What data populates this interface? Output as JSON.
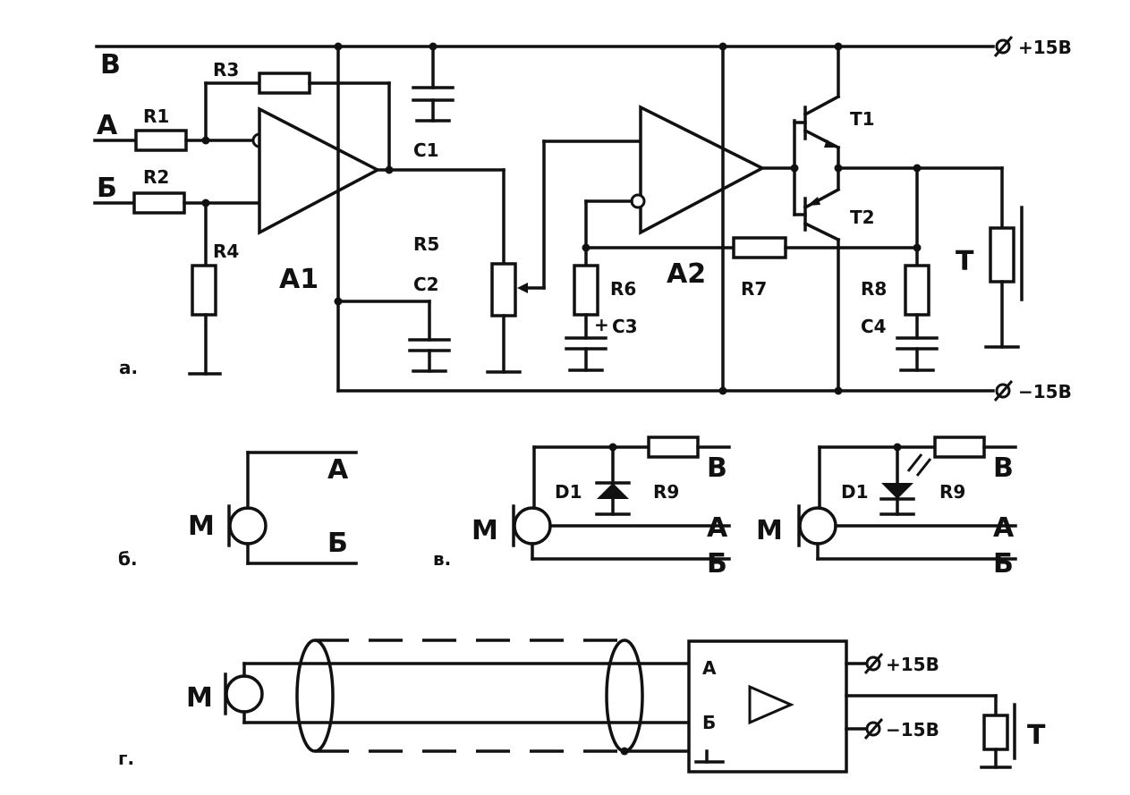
{
  "schematic_a": {
    "tag": "а.",
    "inputs": {
      "a": "А",
      "b": "Б",
      "v": "В"
    },
    "supply_pos": "+15В",
    "supply_neg": "−15В",
    "resistors": [
      "R1",
      "R2",
      "R3",
      "R4",
      "R5",
      "R6",
      "R7",
      "R8"
    ],
    "capacitors": [
      "C1",
      "C2",
      "C3",
      "C4"
    ],
    "opamps": [
      "A1",
      "A2"
    ],
    "transistors": [
      "T1",
      "T2"
    ],
    "phone": "Т",
    "c3_polarity": "+"
  },
  "schematic_b": {
    "tag": "б.",
    "mic": "М",
    "a": "А",
    "b": "Б"
  },
  "schematic_v": {
    "tag": "в.",
    "mic": "М",
    "diode": "D1",
    "resistor": "R9",
    "v": "В",
    "a": "А",
    "b": "Б"
  },
  "schematic_v2": {
    "mic": "М",
    "diode": "D1",
    "resistor": "R9",
    "v": "В",
    "a": "А",
    "b": "Б"
  },
  "schematic_g": {
    "tag": "г.",
    "mic": "М",
    "in_a": "А",
    "in_b": "Б",
    "supply_pos": "+15В",
    "supply_neg": "−15В",
    "phone": "Т"
  }
}
